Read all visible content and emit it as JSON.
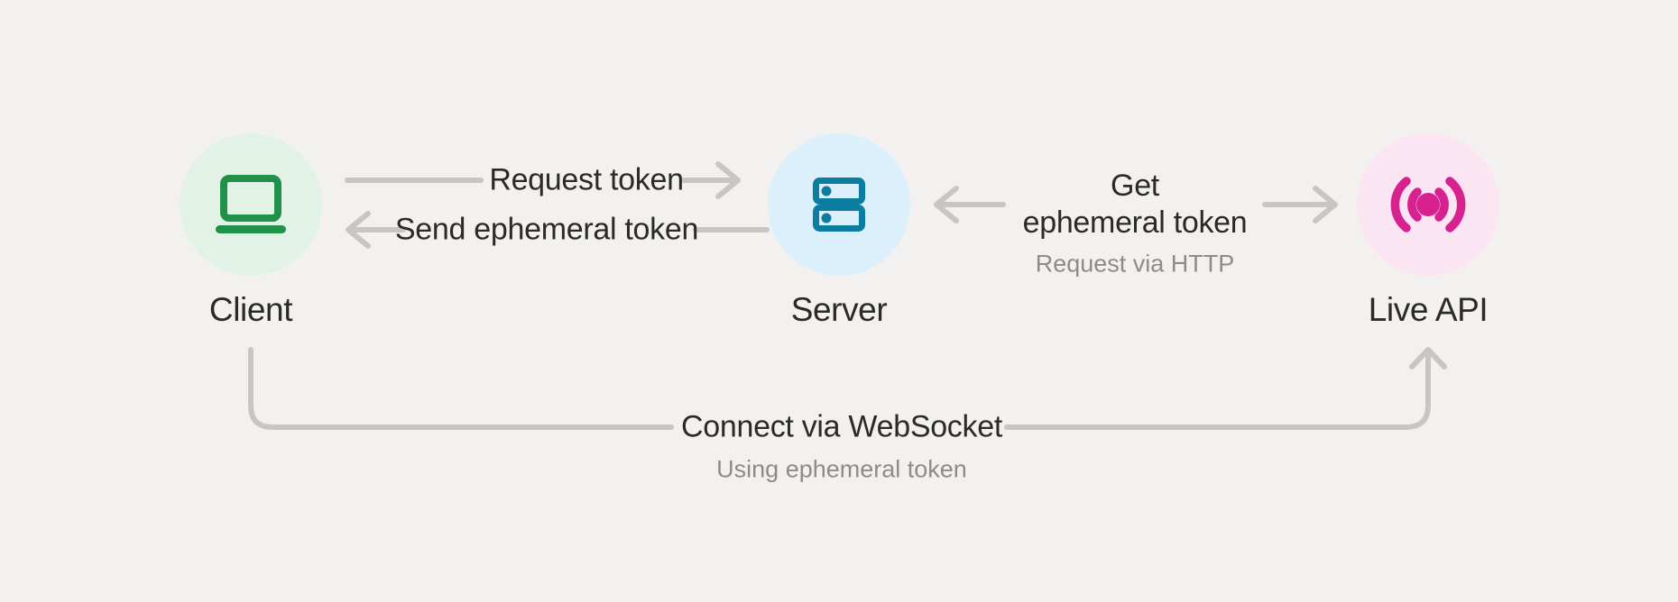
{
  "colors": {
    "bg": "#f2f1ef",
    "line": "#c8c6c4",
    "ink": "#2b2a28",
    "muted": "#8e8b88",
    "client-icon": "#1f9149",
    "client-bg": "#e3f2e6",
    "server-icon": "#0b7da1",
    "server-bg": "#dcf0fb",
    "liveapi-icon": "#d6218f",
    "liveapi-bg": "#fce5f2"
  },
  "nodes": {
    "client": {
      "label": "Client",
      "icon": "laptop-icon"
    },
    "server": {
      "label": "Server",
      "icon": "server-rack-icon"
    },
    "live_api": {
      "label": "Live API",
      "icon": "live-broadcast-icon"
    }
  },
  "flows": {
    "request_token": {
      "label": "Request token",
      "from": "Client",
      "to": "Server",
      "direction": "right"
    },
    "send_ephemeral_token": {
      "label": "Send ephemeral token",
      "from": "Server",
      "to": "Client",
      "direction": "left"
    },
    "get_ephemeral_token": {
      "label_line1": "Get",
      "label_line2": "ephemeral token",
      "sublabel": "Request via HTTP",
      "from": "Server",
      "to": "Live API",
      "direction": "both-outward"
    },
    "connect_websocket": {
      "label": "Connect via WebSocket",
      "sublabel": "Using ephemeral token",
      "from": "Client",
      "to": "Live API",
      "direction": "up-into-live-api"
    }
  }
}
